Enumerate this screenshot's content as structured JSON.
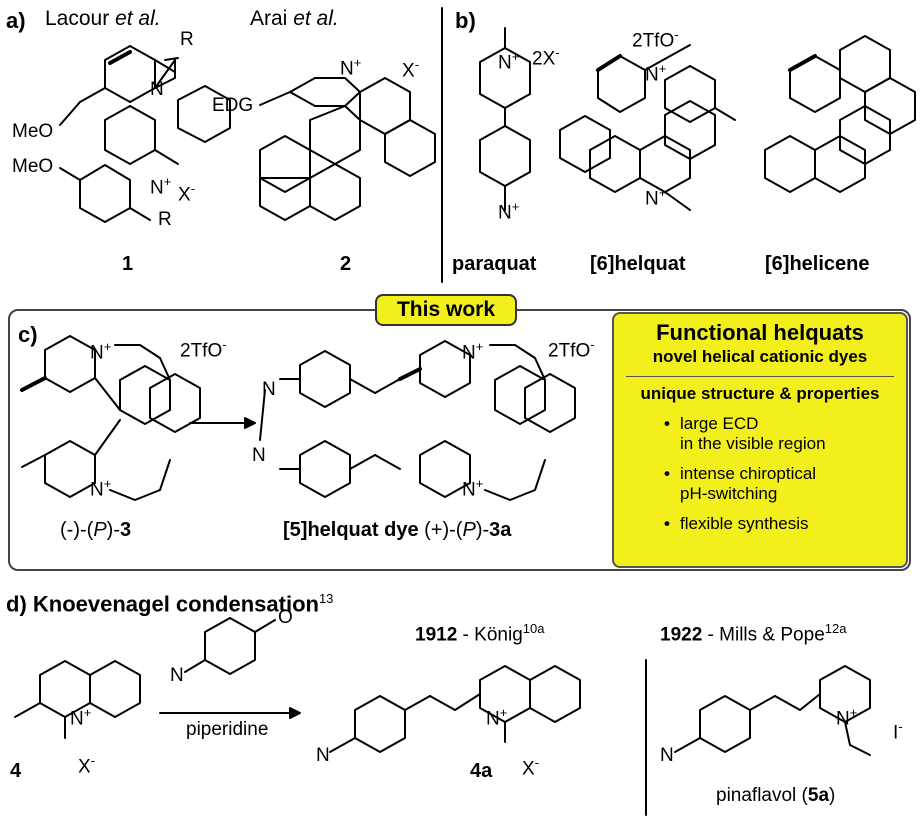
{
  "panel_a": {
    "label": "a)",
    "ref1_name": "Lacour",
    "ref1_etal": "et al.",
    "ref2_name": "Arai",
    "ref2_etal": "et al.",
    "c1_R_top": "R",
    "c1_N_top": "N",
    "c1_MeO_1": "MeO",
    "c1_MeO_2": "MeO",
    "c1_N_plus": "N",
    "c1_R_bottom": "R",
    "c1_X": "X",
    "c2_EDG": "EDG",
    "c2_N": "N",
    "c2_X": "X",
    "compound_1": "1",
    "compound_2": "2"
  },
  "panel_b": {
    "label": "b)",
    "pq_counter": "2X",
    "pq_N_top": "N",
    "pq_N_bottom": "N",
    "hq_counter": "2TfO",
    "hq_N1": "N",
    "hq_N2": "N",
    "name_paraquat": "paraquat",
    "name_helquat": "[6]helquat",
    "name_helicene": "[6]helicene"
  },
  "panel_c": {
    "label": "c)",
    "badge": "This work",
    "counter_1": "2TfO",
    "counter_2": "2TfO",
    "N_1": "N",
    "N_2": "N",
    "N_3": "N",
    "N_4": "N",
    "N_5": "N",
    "N_6": "N",
    "compound_3_prefix": "(-)-(",
    "compound_3_P": "P",
    "compound_3_suffix": ")-",
    "compound_3_num": "3",
    "dye_name": "[5]helquat dye",
    "dye_sign": "(+)-(",
    "dye_P": "P",
    "dye_suffix": ")-",
    "dye_num": "3a",
    "box_title": "Functional helquats",
    "box_subtitle": "novel helical cationic dyes",
    "box_section": "unique structure & properties",
    "bullets": [
      {
        "line1": "large ECD",
        "line2": "in the visible region"
      },
      {
        "line1": "intense chiroptical",
        "line2": "pH-switching"
      },
      {
        "line1": "flexible synthesis",
        "line2": ""
      }
    ]
  },
  "panel_d": {
    "label": "d)",
    "title": "Knoevenagel condensation",
    "title_ref": "13",
    "reagent": "piperidine",
    "aldehyde_O": "O",
    "aldehyde_N": "N",
    "c4_N": "N",
    "c4_X": "X",
    "compound_4": "4",
    "c4a_N_amine": "N",
    "c4a_N": "N",
    "c4a_X": "X",
    "compound_4a": "4a",
    "year_1": "1912",
    "author_1": " - König",
    "ref_1": "10a",
    "year_2": "1922",
    "author_2": " - Mills & Pope",
    "ref_2": "12a",
    "c5a_N_amine": "N",
    "c5a_N": "N",
    "c5a_I": "I",
    "pinaflavol_name": "pinaflavol (",
    "pinaflavol_num": "5a",
    "pinaflavol_close": ")"
  },
  "colors": {
    "highlight": "#f2ef1c",
    "frame": "#444444"
  }
}
